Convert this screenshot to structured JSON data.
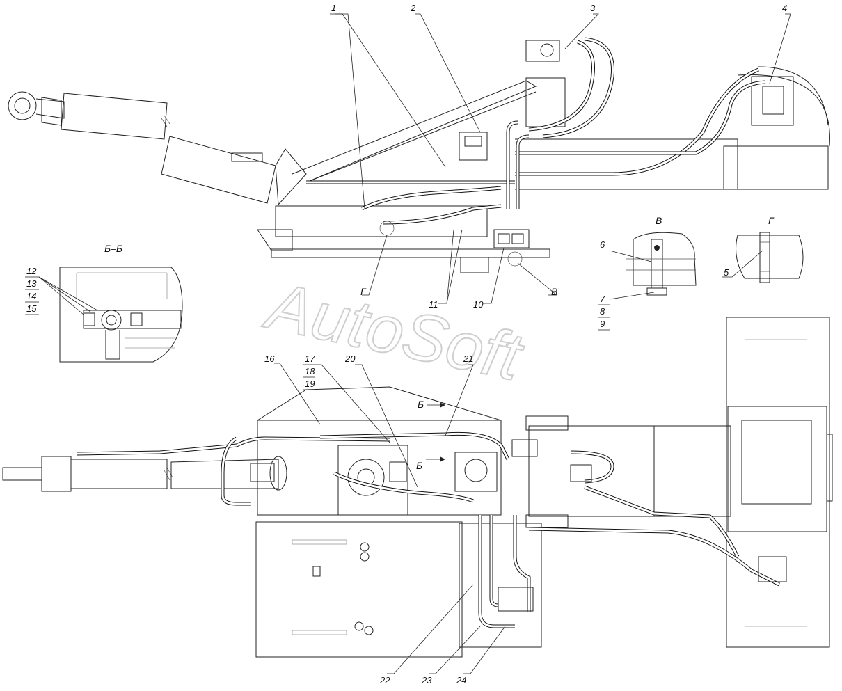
{
  "watermark": "AutoSoft",
  "section_labels": {
    "bb": "Б–Б",
    "v": "В",
    "g": "Г",
    "v_mark": "В",
    "g_mark": "Г",
    "b_arrow_top": "Б",
    "b_arrow_bottom": "Б"
  },
  "callouts": {
    "c1": "1",
    "c2": "2",
    "c3": "3",
    "c4": "4",
    "c5": "5",
    "c6": "6",
    "c7": "7",
    "c8": "8",
    "c9": "9",
    "c10": "10",
    "c11": "11",
    "c12": "12",
    "c13": "13",
    "c14": "14",
    "c15": "15",
    "c16": "16",
    "c17": "17",
    "c18": "18",
    "c19": "19",
    "c20": "20",
    "c21": "21",
    "c22": "22",
    "c23": "23",
    "c24": "24"
  },
  "colors": {
    "line": "#222222",
    "watermark": "#cfcfcf",
    "background": "#ffffff"
  }
}
